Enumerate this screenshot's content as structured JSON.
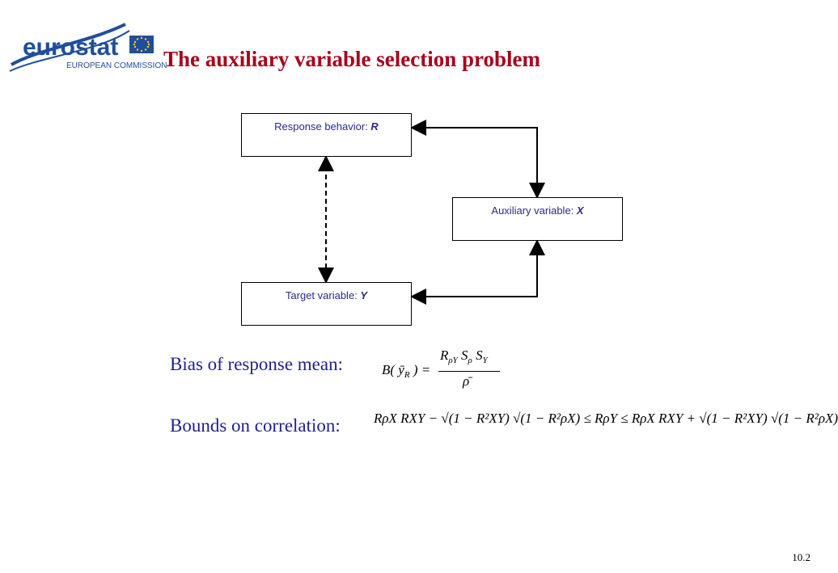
{
  "logo": {
    "brand": "eurostat",
    "subtitle": "EUROPEAN COMMISSION",
    "brand_color": "#1f4e9c",
    "flag_color": "#1f4e9c",
    "star_color": "#ffcc00"
  },
  "title": "The auxiliary variable selection problem",
  "title_color": "#a8001c",
  "diagram": {
    "boxes": [
      {
        "id": "response",
        "label": "Response behavior: ",
        "symbol": "R"
      },
      {
        "id": "auxiliary",
        "label": "Auxiliary variable: ",
        "symbol": "X"
      },
      {
        "id": "target",
        "label": "Target variable: ",
        "symbol": "Y"
      }
    ],
    "edges": [
      {
        "from": "response",
        "to": "auxiliary",
        "style": "solid",
        "arrows": "both"
      },
      {
        "from": "auxiliary",
        "to": "target",
        "style": "solid",
        "arrows": "both"
      },
      {
        "from": "response",
        "to": "target",
        "style": "dashed",
        "arrows": "both"
      }
    ]
  },
  "bias": {
    "label": "Bias of response mean:",
    "lhs": "B( ȳ",
    "lhs_sub": "R",
    "lhs_end": " ) =",
    "numerator": "R",
    "numerator_sub1": "ρY",
    "numerator_mid": " S",
    "numerator_sub2": "ρ",
    "numerator_end": " S",
    "numerator_sub3": "Y",
    "denominator": "ρ̄"
  },
  "bounds": {
    "label": "Bounds on correlation:",
    "formula_text": "RρX RXY − √(1 − R²XY) √(1 − R²ρX) ≤ RρY ≤ RρX RXY + √(1 − R²XY) √(1 − R²ρX)"
  },
  "page_number": "10.2"
}
